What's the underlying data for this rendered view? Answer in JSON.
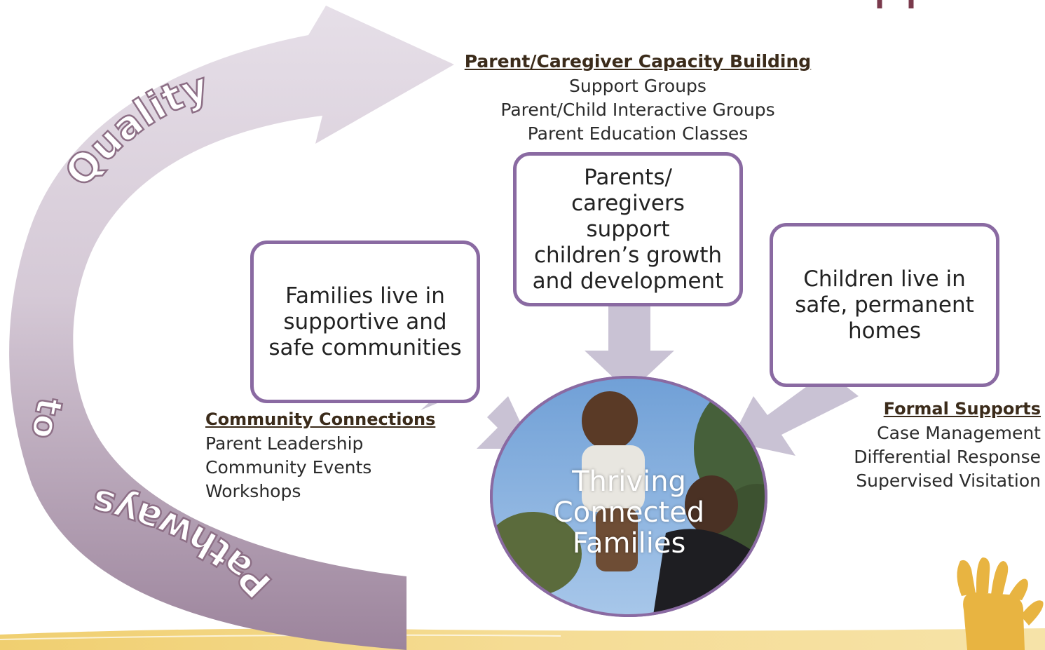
{
  "colors": {
    "box_border": "#8a6aa2",
    "arrow_fill": "#c9c2d4",
    "arc_top": "#e4dde6",
    "arc_bottom": "#9a829a",
    "arc_text": "#8d6f86",
    "banner": "#f2d27a",
    "hand": "#e8b441"
  },
  "arc_label_quality": "Quality",
  "arc_label_to": "to",
  "arc_label_pathways": "Pathways",
  "capacity": {
    "title": "Parent/Caregiver Capacity Building",
    "items": [
      "Support Groups",
      "Parent/Child Interactive Groups",
      "Parent Education Classes"
    ]
  },
  "community": {
    "title": "Community Connections",
    "items": [
      "Parent Leadership",
      "Community Events",
      "Workshops"
    ]
  },
  "formal": {
    "title": "Formal Supports",
    "items": [
      "Case Management",
      "Differential Response",
      "Supervised Visitation"
    ]
  },
  "boxes": {
    "center": "Parents/\ncaregivers support\nchildren’s growth\nand development",
    "left": "Families live in\nsupportive and\nsafe communities",
    "right": "Children live in\nsafe, permanent\nhomes"
  },
  "center_title": "Thriving\nConnected\nFamilies",
  "icons": {
    "photo": "parent-lifting-child-photo",
    "hand": "handprint-logo"
  }
}
